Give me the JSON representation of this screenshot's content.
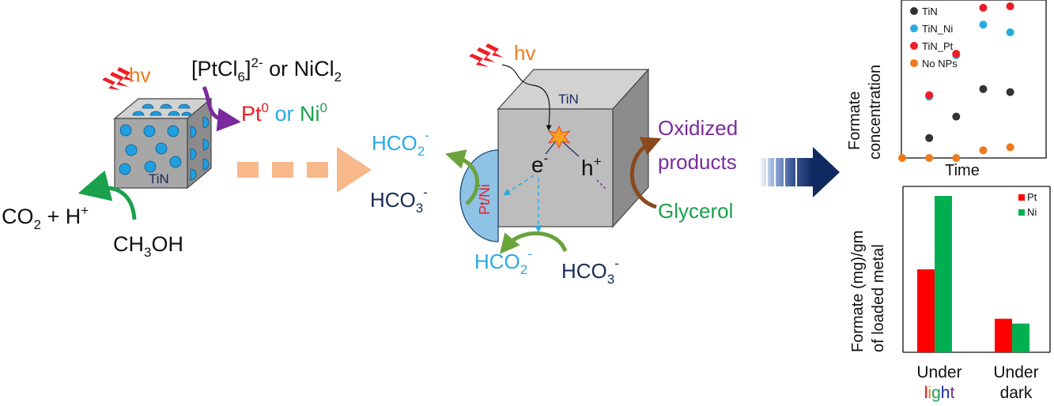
{
  "colors": {
    "cube_front": "#a7a7a7",
    "cube_top": "#d2d2d2",
    "cube_side": "#8c8c8c",
    "dot_blue": "#1f9fe0",
    "navy": "#1a2a5c",
    "orange": "#f07a1a",
    "red": "#ee1c25",
    "green": "#1aa14b",
    "light_blue": "#29abe2",
    "purple": "#7a2a9e",
    "brown": "#8a4a1e",
    "peach": "#f7b88a",
    "bar_pt": "#ff0000",
    "bar_ni": "#00b050"
  },
  "left_panel": {
    "hv": "hv",
    "precursor_pt": "[PtCl",
    "precursor_pt_sub": "6",
    "precursor_pt_sup": "]2-",
    "precursor_or": " or NiCl",
    "precursor_ni_sub": "2",
    "metal_pt": "Pt",
    "metal_pt_sup": "0",
    "metal_or": " or ",
    "metal_ni": "Ni",
    "metal_ni_sup": "0",
    "cube_label": "TiN",
    "product": "CO",
    "product_sub": "2",
    "product_rest": " + H",
    "product_sup": "+",
    "reactant_a": "CH",
    "reactant_sub": "3",
    "reactant_b": "OH"
  },
  "middle_panel": {
    "hv": "hv",
    "cube_label": "TiN",
    "electron": "e",
    "electron_sup": "-",
    "hole": "h",
    "hole_sup": "+",
    "catalyst": "Pt/Ni",
    "formate_left": "HCO",
    "formate_left_sub": "2",
    "formate_left_sup": "-",
    "bicarb_left": "HCO",
    "bicarb_left_sub": "3",
    "bicarb_left_sup": "-",
    "formate_bottom": "HCO",
    "formate_bottom_sub": "2",
    "formate_bottom_sup": "-",
    "bicarb_bottom": "HCO",
    "bicarb_bottom_sub": "3",
    "bicarb_bottom_sup": "-",
    "oxidized_1": "Oxidized",
    "oxidized_2": "products",
    "glycerol": "Glycerol"
  },
  "chart_data": [
    {
      "type": "scatter",
      "title": "",
      "xlabel": "Time",
      "ylabel_1": "Formate",
      "ylabel_2": "concentration",
      "x": [
        0,
        1,
        2,
        3,
        4,
        5
      ],
      "xlim": [
        0,
        5.3
      ],
      "ylim": [
        0,
        10
      ],
      "legend_position": "top-left",
      "series": [
        {
          "name": "TiN",
          "color": "#333333",
          "x": [
            1,
            2,
            3,
            4
          ],
          "values": [
            1.3,
            2.7,
            4.5,
            4.3
          ]
        },
        {
          "name": "TiN_Ni",
          "color": "#29abe2",
          "x": [
            1,
            2,
            3,
            4
          ],
          "values": [
            4.0,
            6.7,
            8.7,
            8.2
          ]
        },
        {
          "name": "TiN_Pt",
          "color": "#ee1c25",
          "x": [
            1,
            2,
            3,
            4
          ],
          "values": [
            4.1,
            6.8,
            9.8,
            9.9
          ]
        },
        {
          "name": "No NPs",
          "color": "#f07a1a",
          "x": [
            0,
            1,
            2,
            3,
            4
          ],
          "values": [
            0,
            0,
            0,
            0.5,
            0.7
          ]
        }
      ]
    },
    {
      "type": "bar",
      "title": "",
      "ylabel_1": "Formate (mg)/gm",
      "ylabel_2": "of loaded metal",
      "ylim": [
        0,
        10
      ],
      "legend_position": "top-right",
      "categories": [
        "Under light",
        "Under dark"
      ],
      "category_lines": [
        {
          "top": "Under",
          "bottom": "dark"
        }
      ],
      "light_letters": [
        {
          "ch": "l",
          "color": "#ff0000"
        },
        {
          "ch": "i",
          "color": "#f07a1a"
        },
        {
          "ch": "g",
          "color": "#1aa14b"
        },
        {
          "ch": "h",
          "color": "#1a2a9e"
        },
        {
          "ch": "t",
          "color": "#7a2a9e"
        }
      ],
      "light_top": "Under",
      "series": [
        {
          "name": "Pt",
          "color": "#ff0000",
          "values": [
            5.2,
            2.1
          ]
        },
        {
          "name": "Ni",
          "color": "#00b050",
          "values": [
            9.8,
            1.8
          ]
        }
      ]
    }
  ]
}
